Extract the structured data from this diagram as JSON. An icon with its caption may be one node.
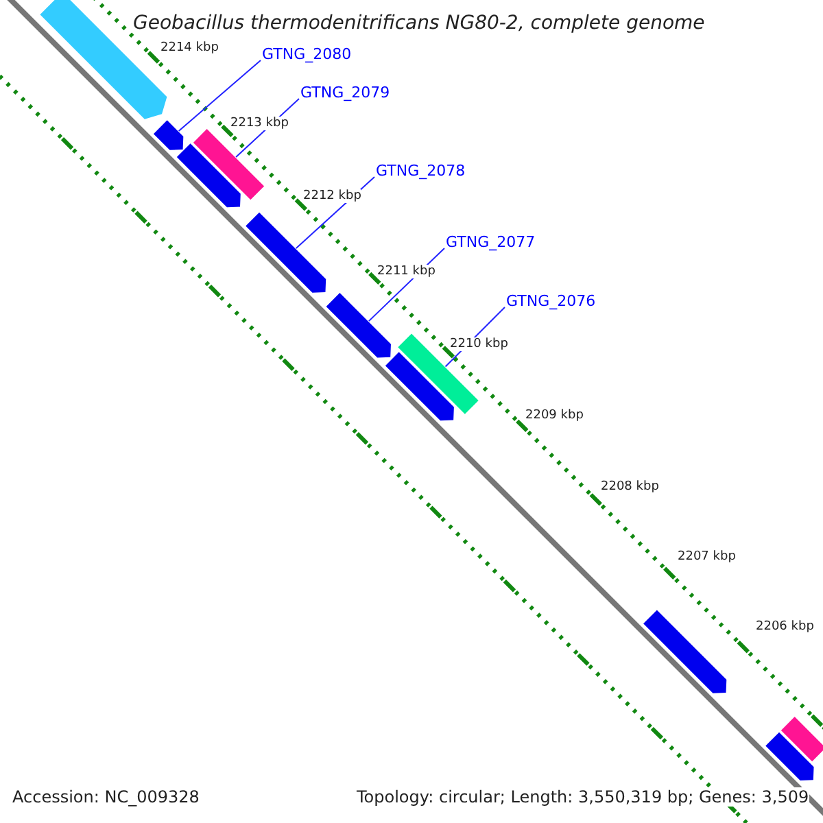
{
  "diagram": {
    "title": "Geobacillus thermodenitrificans NG80-2, complete genome",
    "nodes": [
      {
        "text": [],
        "shape": "arrow"
      },
      {
        "text": [],
        "shape": "arrow"
      },
      {
        "text": [],
        "shape": "bar"
      },
      {
        "text": [],
        "shape": "arrow"
      },
      {
        "text": [],
        "shape": "arrow"
      },
      {
        "text": [],
        "shape": "arrow"
      },
      {
        "text": [],
        "shape": "bar"
      },
      {
        "text": [],
        "shape": "arrow"
      },
      {
        "text": [],
        "shape": "arrow"
      },
      {
        "text": [],
        "shape": "bar"
      },
      {
        "text": [],
        "shape": "arrow"
      },
      {
        "text": [
          "GTNG_2080"
        ]
      },
      {
        "text": [
          "GTNG_2079"
        ]
      },
      {
        "text": [
          "GTNG_2078"
        ]
      },
      {
        "text": [
          "GTNG_2077"
        ]
      },
      {
        "text": [
          "GTNG_2076"
        ]
      }
    ],
    "edges": [
      {
        "from": 11,
        "to": 1,
        "arrow": "none"
      },
      {
        "from": 12,
        "to": 2,
        "arrow": "none"
      },
      {
        "from": 13,
        "to": 4,
        "arrow": "none"
      },
      {
        "from": 14,
        "to": 5,
        "arrow": "none"
      },
      {
        "from": 15,
        "to": 6,
        "arrow": "none"
      }
    ],
    "labels": [
      "2214 kbp",
      "2213 kbp",
      "2212 kbp",
      "2211 kbp",
      "2210 kbp",
      "2209 kbp",
      "2208 kbp",
      "2207 kbp",
      "2206 kbp",
      "Accession: NC_009328",
      "Topology: circular; Length: 3,550,319 bp; Genes: 3,509"
    ]
  }
}
